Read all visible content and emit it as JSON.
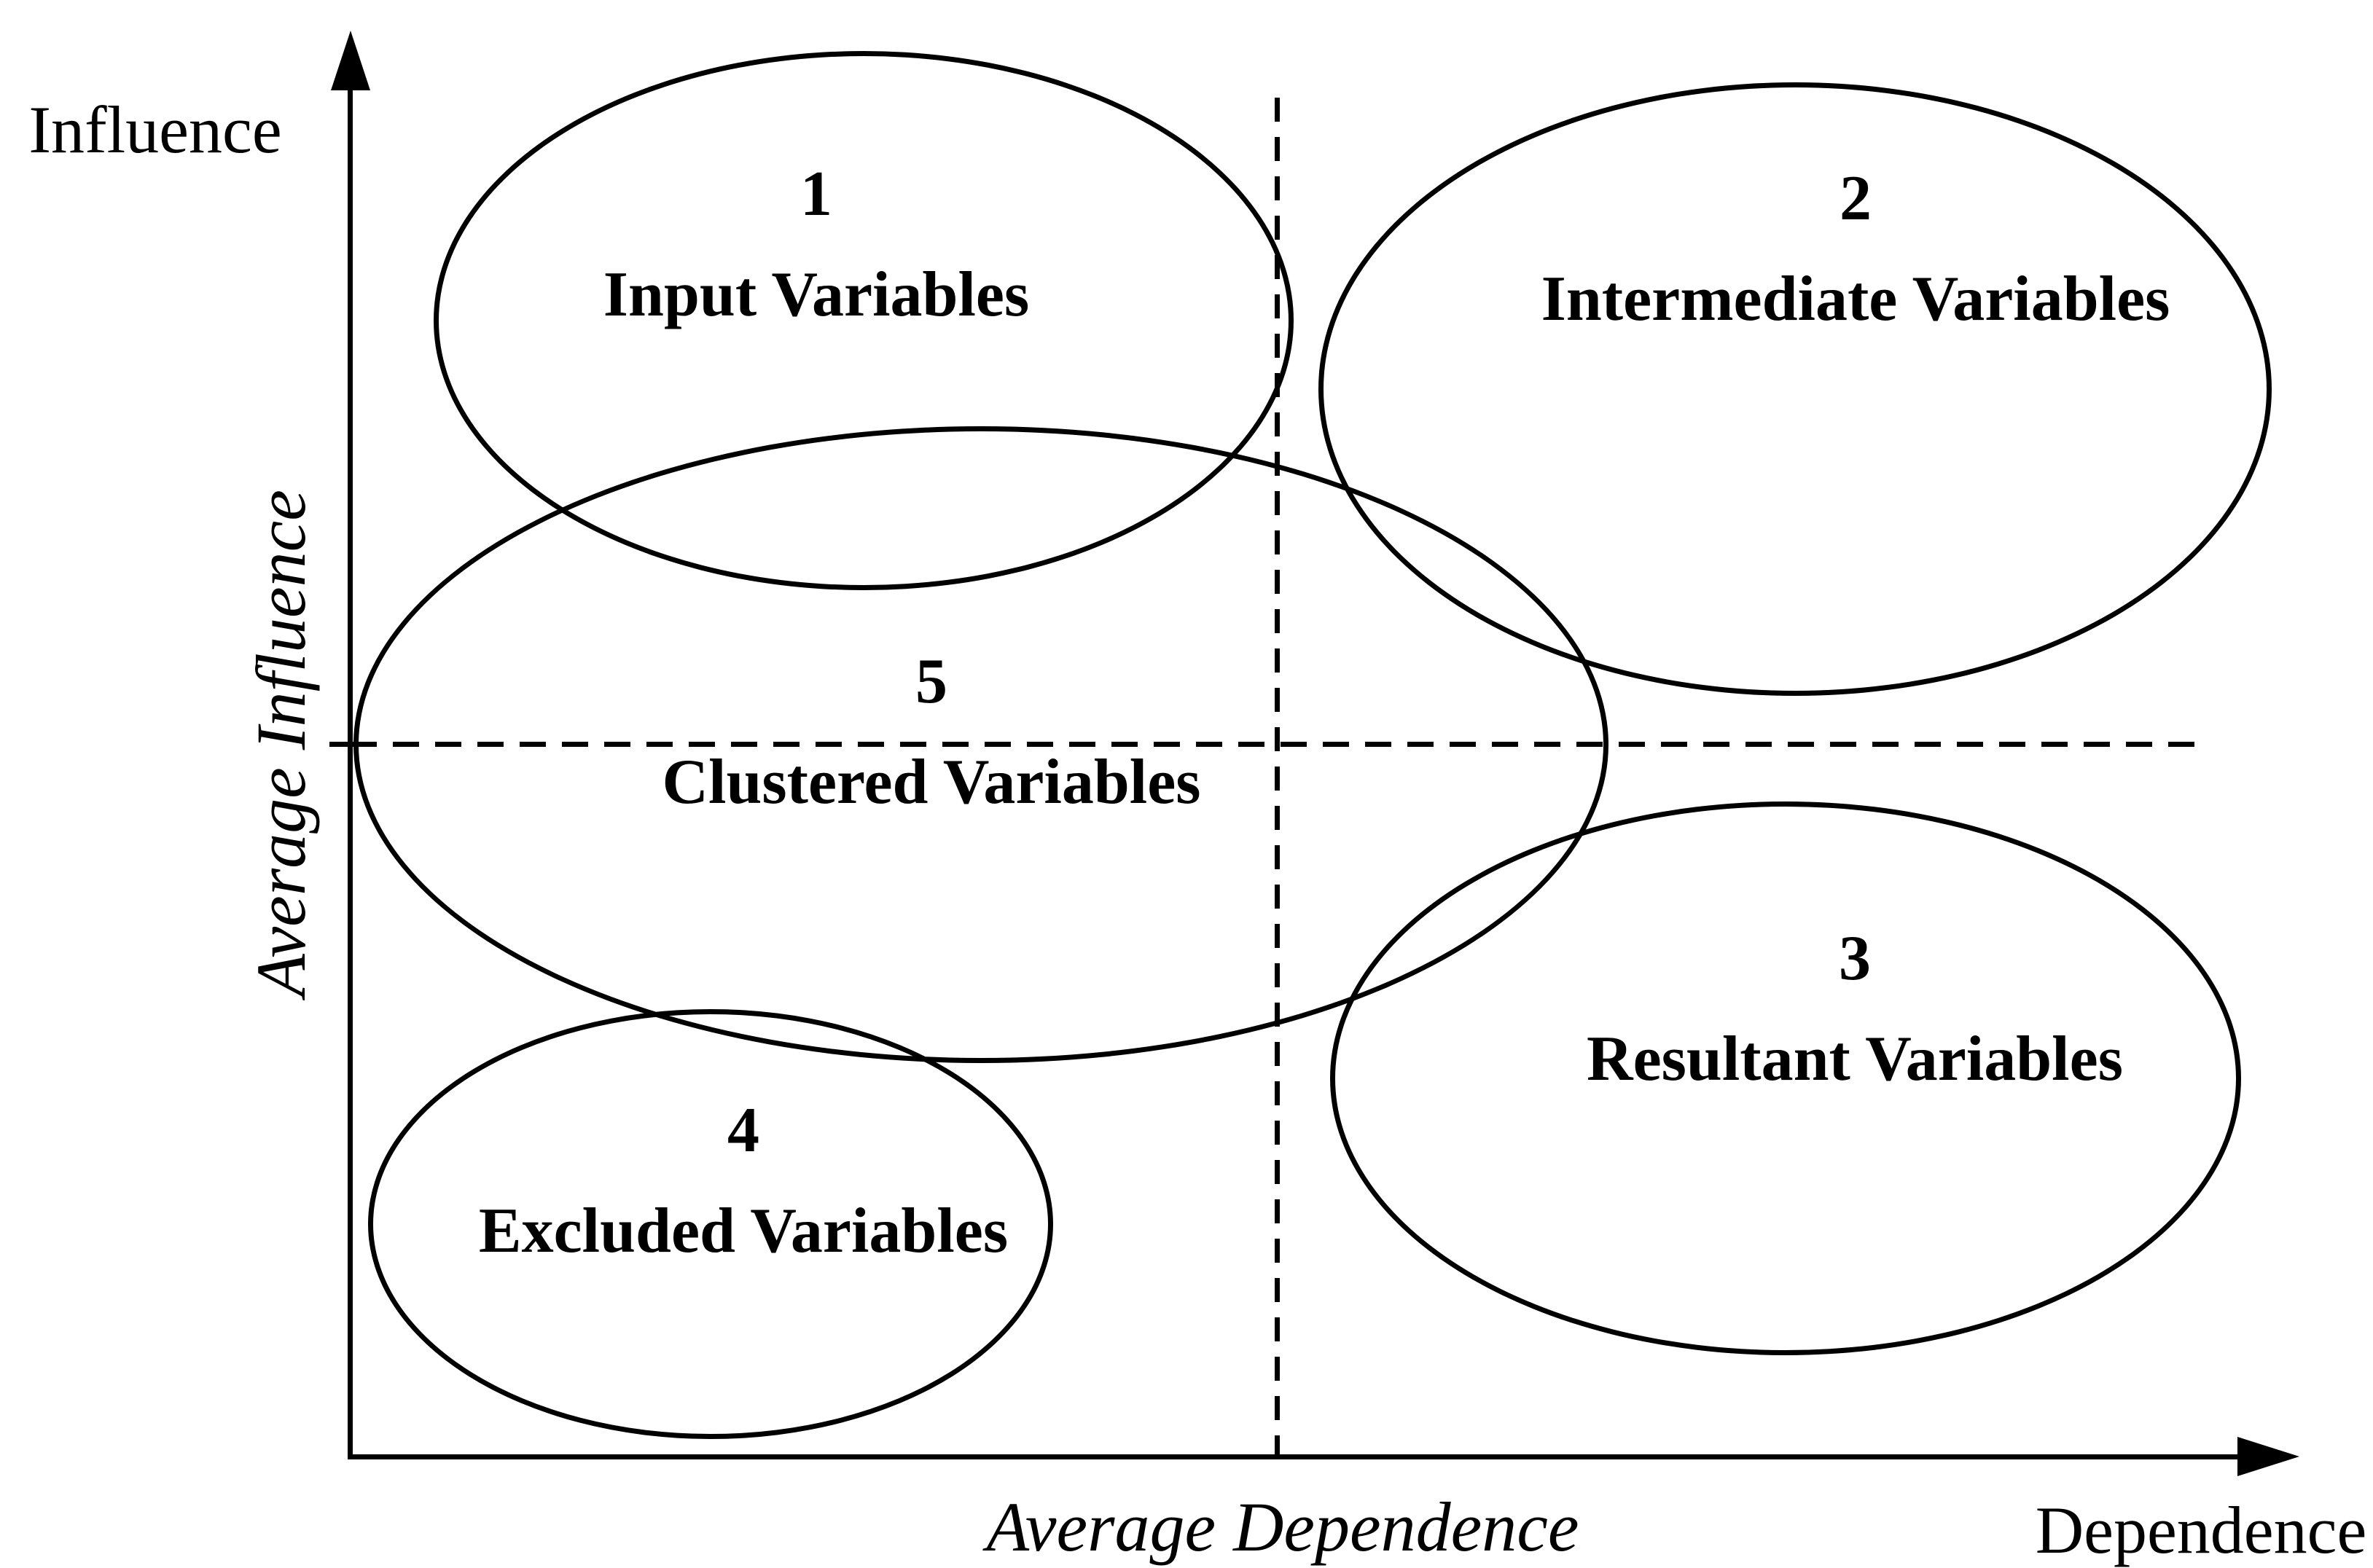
{
  "figure": {
    "axes": {
      "y_axis_label": "Influence",
      "x_axis_label": "Dependence",
      "average_influence_label": "Average Influence",
      "average_dependence_label": "Average Dependence"
    },
    "clusters": [
      {
        "number": "1",
        "name": "Input Variables"
      },
      {
        "number": "2",
        "name": "Intermediate Variables"
      },
      {
        "number": "3",
        "name": "Resultant Variables"
      },
      {
        "number": "4",
        "name": "Excluded Variables"
      },
      {
        "number": "5",
        "name": "Clustered Variables"
      }
    ],
    "colors": {
      "stroke": "#000000",
      "background": "#ffffff"
    }
  }
}
